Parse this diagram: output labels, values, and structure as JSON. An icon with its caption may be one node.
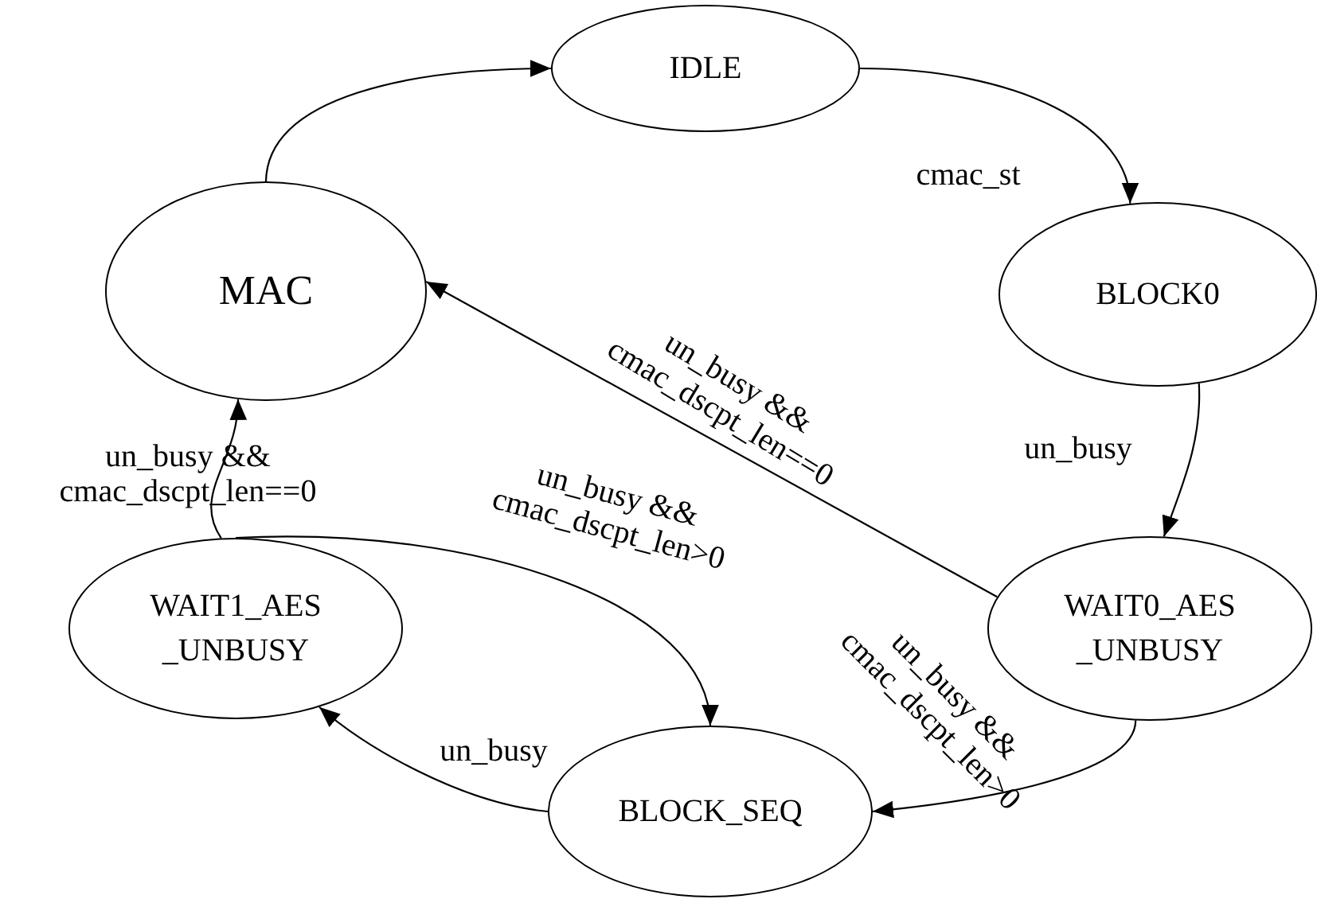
{
  "diagram": {
    "nodes": [
      {
        "text": [
          "IDLE"
        ]
      },
      {
        "text": [
          "MAC"
        ]
      },
      {
        "text": [
          "BLOCK0"
        ]
      },
      {
        "text": [
          "WAIT1_AES _UNBUSY"
        ]
      },
      {
        "text": [
          "WAIT0_AES _UNBUSY"
        ]
      },
      {
        "text": [
          "BLOCK_SEQ"
        ]
      }
    ],
    "edges": [
      {
        "from": 1,
        "to": 0,
        "arrow": "to"
      },
      {
        "from": 0,
        "to": 2,
        "arrow": "to",
        "label": "cmac_st"
      },
      {
        "from": 2,
        "to": 4,
        "arrow": "to",
        "label": "un_busy"
      },
      {
        "from": 4,
        "to": 1,
        "arrow": "to",
        "label": "un_busy && cmac_dscpt_len==0"
      },
      {
        "from": 4,
        "to": 5,
        "arrow": "to",
        "label": "un_busy && cmac_dscpt_len>0"
      },
      {
        "from": 5,
        "to": 3,
        "arrow": "to",
        "label": "un_busy"
      },
      {
        "from": 3,
        "to": 1,
        "arrow": "to",
        "label": "un_busy && cmac_dscpt_len==0"
      },
      {
        "from": 3,
        "to": 5,
        "arrow": "to",
        "label": "un_busy && cmac_dscpt_len>0"
      }
    ]
  }
}
